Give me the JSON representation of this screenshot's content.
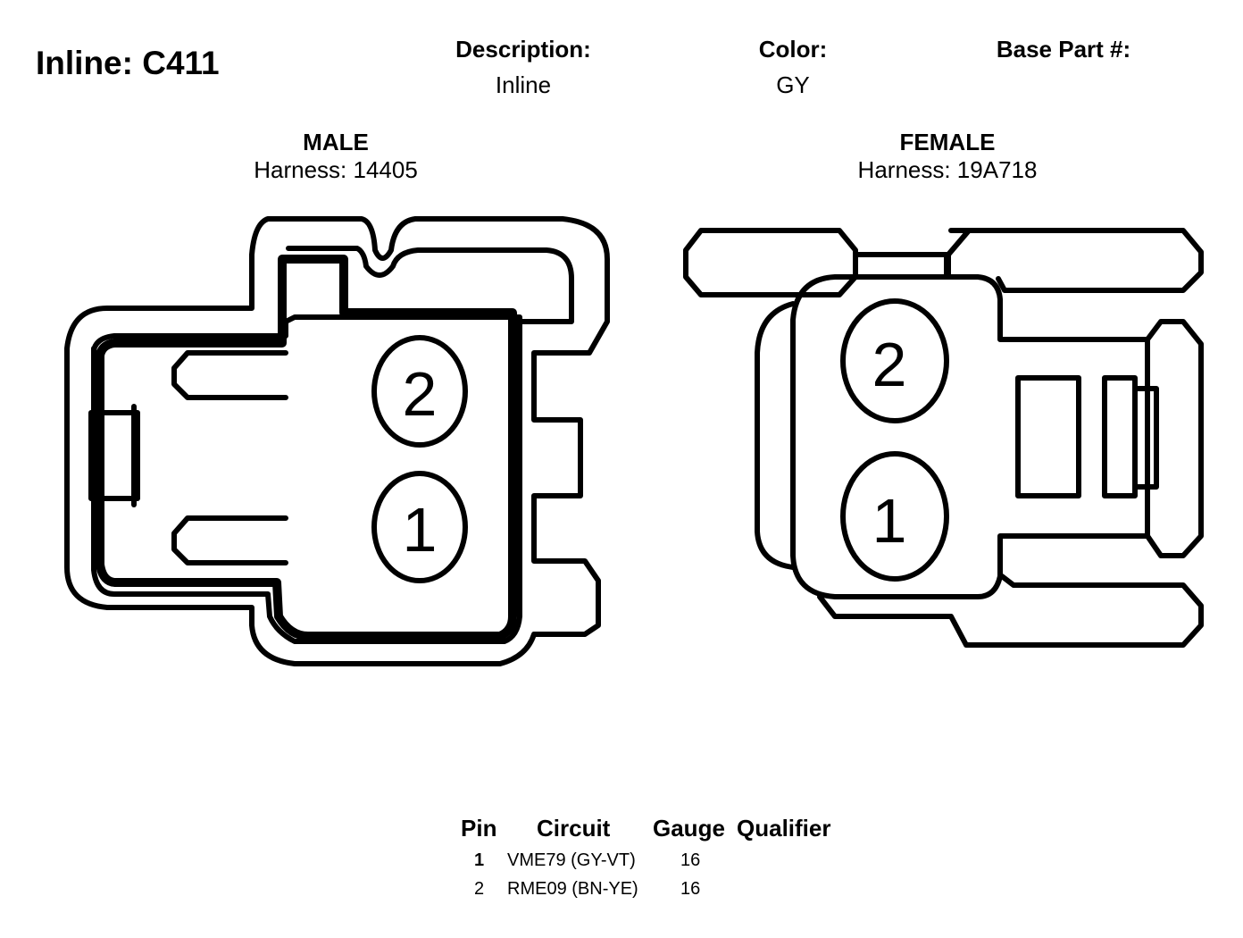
{
  "title": "Inline: C411",
  "header": {
    "description_label": "Description:",
    "description_value": "Inline",
    "color_label": "Color:",
    "color_value": "GY",
    "base_part_label": "Base Part #:",
    "base_part_value": ""
  },
  "male": {
    "label": "MALE",
    "harness": "Harness: 14405",
    "pins": [
      "2",
      "1"
    ]
  },
  "female": {
    "label": "FEMALE",
    "harness": "Harness: 19A718",
    "pins": [
      "2",
      "1"
    ]
  },
  "table": {
    "headers": [
      "Pin",
      "Circuit",
      "Gauge",
      "Qualifier"
    ],
    "rows": [
      {
        "pin": "1",
        "circuit": "VME79 (GY-VT)",
        "gauge": "16",
        "qualifier": ""
      },
      {
        "pin": "2",
        "circuit": "RME09 (BN-YE)",
        "gauge": "16",
        "qualifier": ""
      }
    ]
  }
}
